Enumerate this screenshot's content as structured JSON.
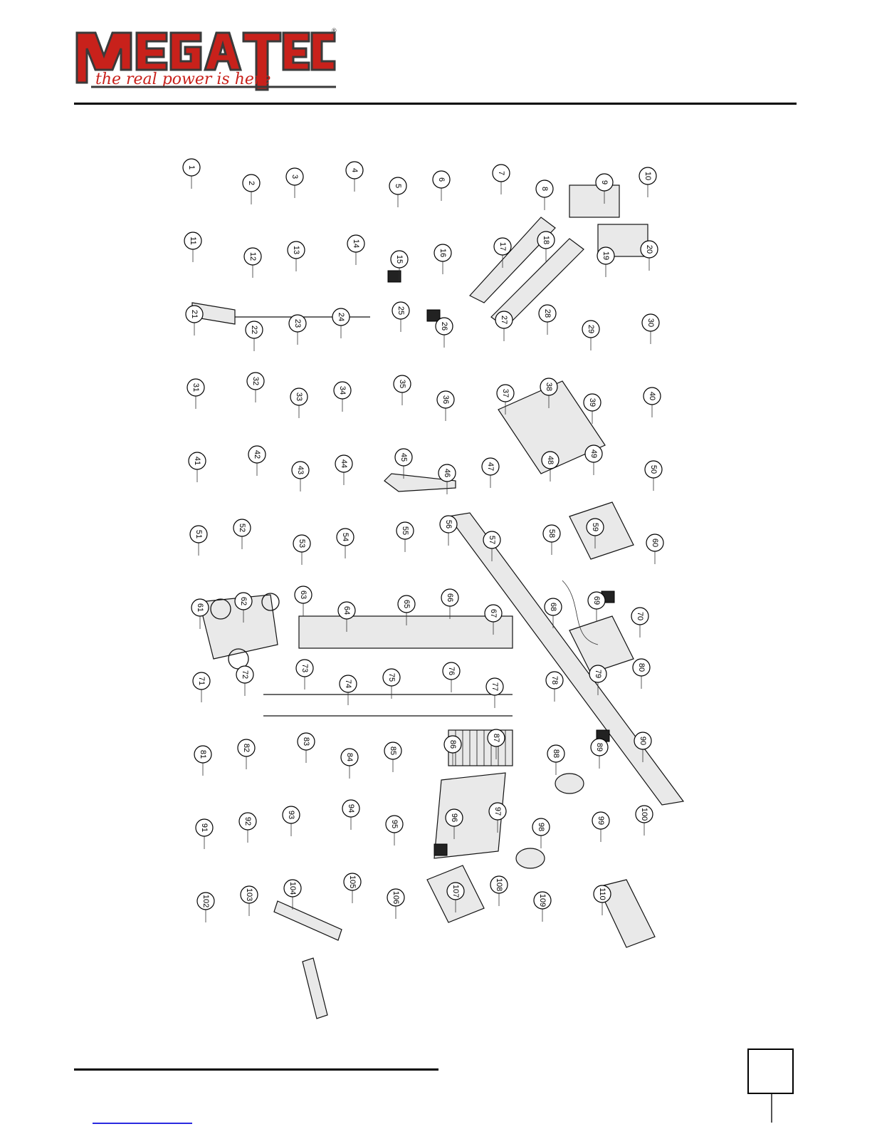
{
  "brand": {
    "name": "MEGATEC",
    "tagline": "the real power is here",
    "registered": "®",
    "colors": {
      "primary": "#c8211b",
      "dark": "#3a3a3a"
    }
  },
  "diagram": {
    "type": "exploded-parts-diagram",
    "part_numbers": [
      "1",
      "2",
      "3",
      "4",
      "5",
      "6",
      "7",
      "8",
      "9",
      "10",
      "11",
      "12",
      "13",
      "14",
      "15",
      "16",
      "17",
      "18",
      "19",
      "20",
      "21",
      "22",
      "23",
      "24",
      "25",
      "26",
      "27",
      "28",
      "29",
      "30",
      "31",
      "32",
      "33",
      "34",
      "35",
      "36",
      "37",
      "38",
      "39",
      "40",
      "41",
      "42",
      "43",
      "44",
      "45",
      "46",
      "47",
      "48",
      "49",
      "50",
      "51",
      "52",
      "53",
      "54",
      "55",
      "56",
      "57",
      "58",
      "59",
      "60",
      "61",
      "62",
      "63",
      "64",
      "65",
      "66",
      "67",
      "68",
      "69",
      "70",
      "71",
      "72",
      "73",
      "74",
      "75",
      "76",
      "77",
      "78",
      "79",
      "80",
      "81",
      "82",
      "83",
      "84",
      "85",
      "86",
      "87",
      "88",
      "89",
      "90",
      "91",
      "92",
      "93",
      "94",
      "95",
      "96",
      "97",
      "98",
      "99",
      "100",
      "102",
      "103",
      "104",
      "105",
      "106",
      "107",
      "108",
      "109",
      "110"
    ]
  },
  "footer": {
    "page_number": ""
  }
}
